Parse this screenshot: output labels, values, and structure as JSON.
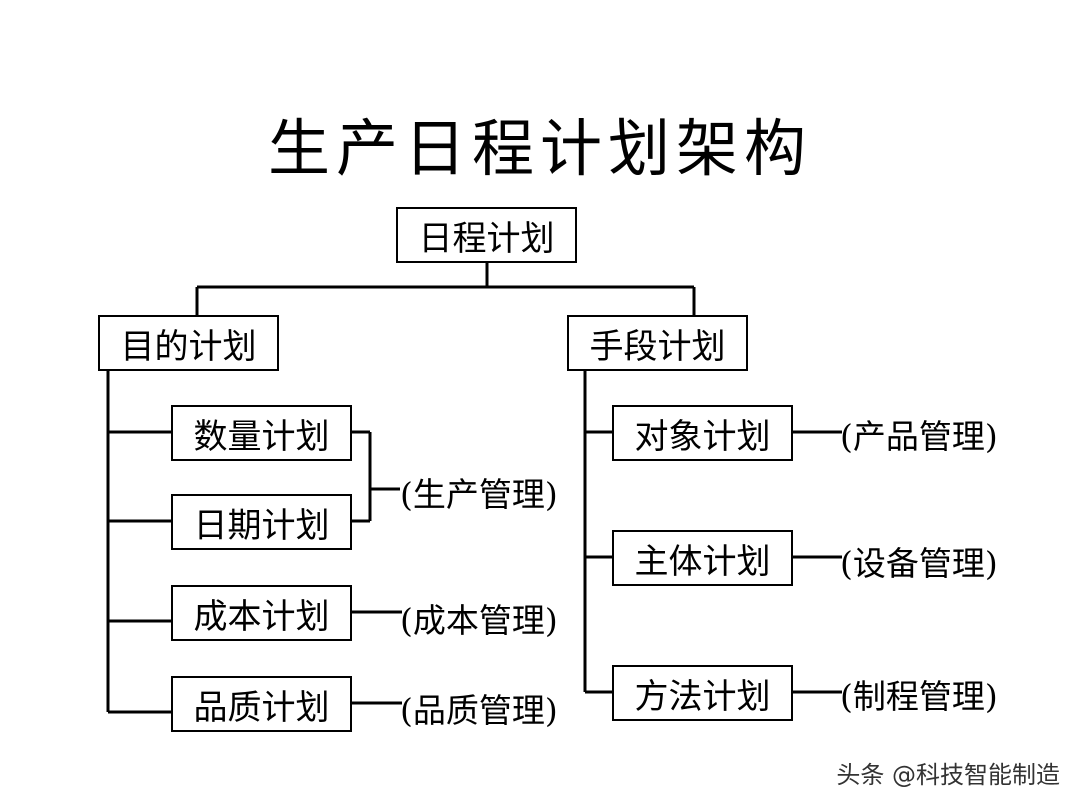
{
  "title": "生产日程计划架构",
  "root": {
    "label": "日程计划"
  },
  "left": {
    "label": "目的计划",
    "items": [
      {
        "label": "数量计划"
      },
      {
        "label": "日期计划"
      },
      {
        "label": "成本计划"
      },
      {
        "label": "品质计划"
      }
    ],
    "notes": [
      {
        "label": "(生产管理)"
      },
      {
        "label": "(成本管理)"
      },
      {
        "label": "(品质管理)"
      }
    ]
  },
  "right": {
    "label": "手段计划",
    "items": [
      {
        "label": "对象计划"
      },
      {
        "label": "主体计划"
      },
      {
        "label": "方法计划"
      }
    ],
    "notes": [
      {
        "label": "(产品管理)"
      },
      {
        "label": "(设备管理)"
      },
      {
        "label": "(制程管理)"
      }
    ]
  },
  "watermark": "头条 @科技智能制造"
}
